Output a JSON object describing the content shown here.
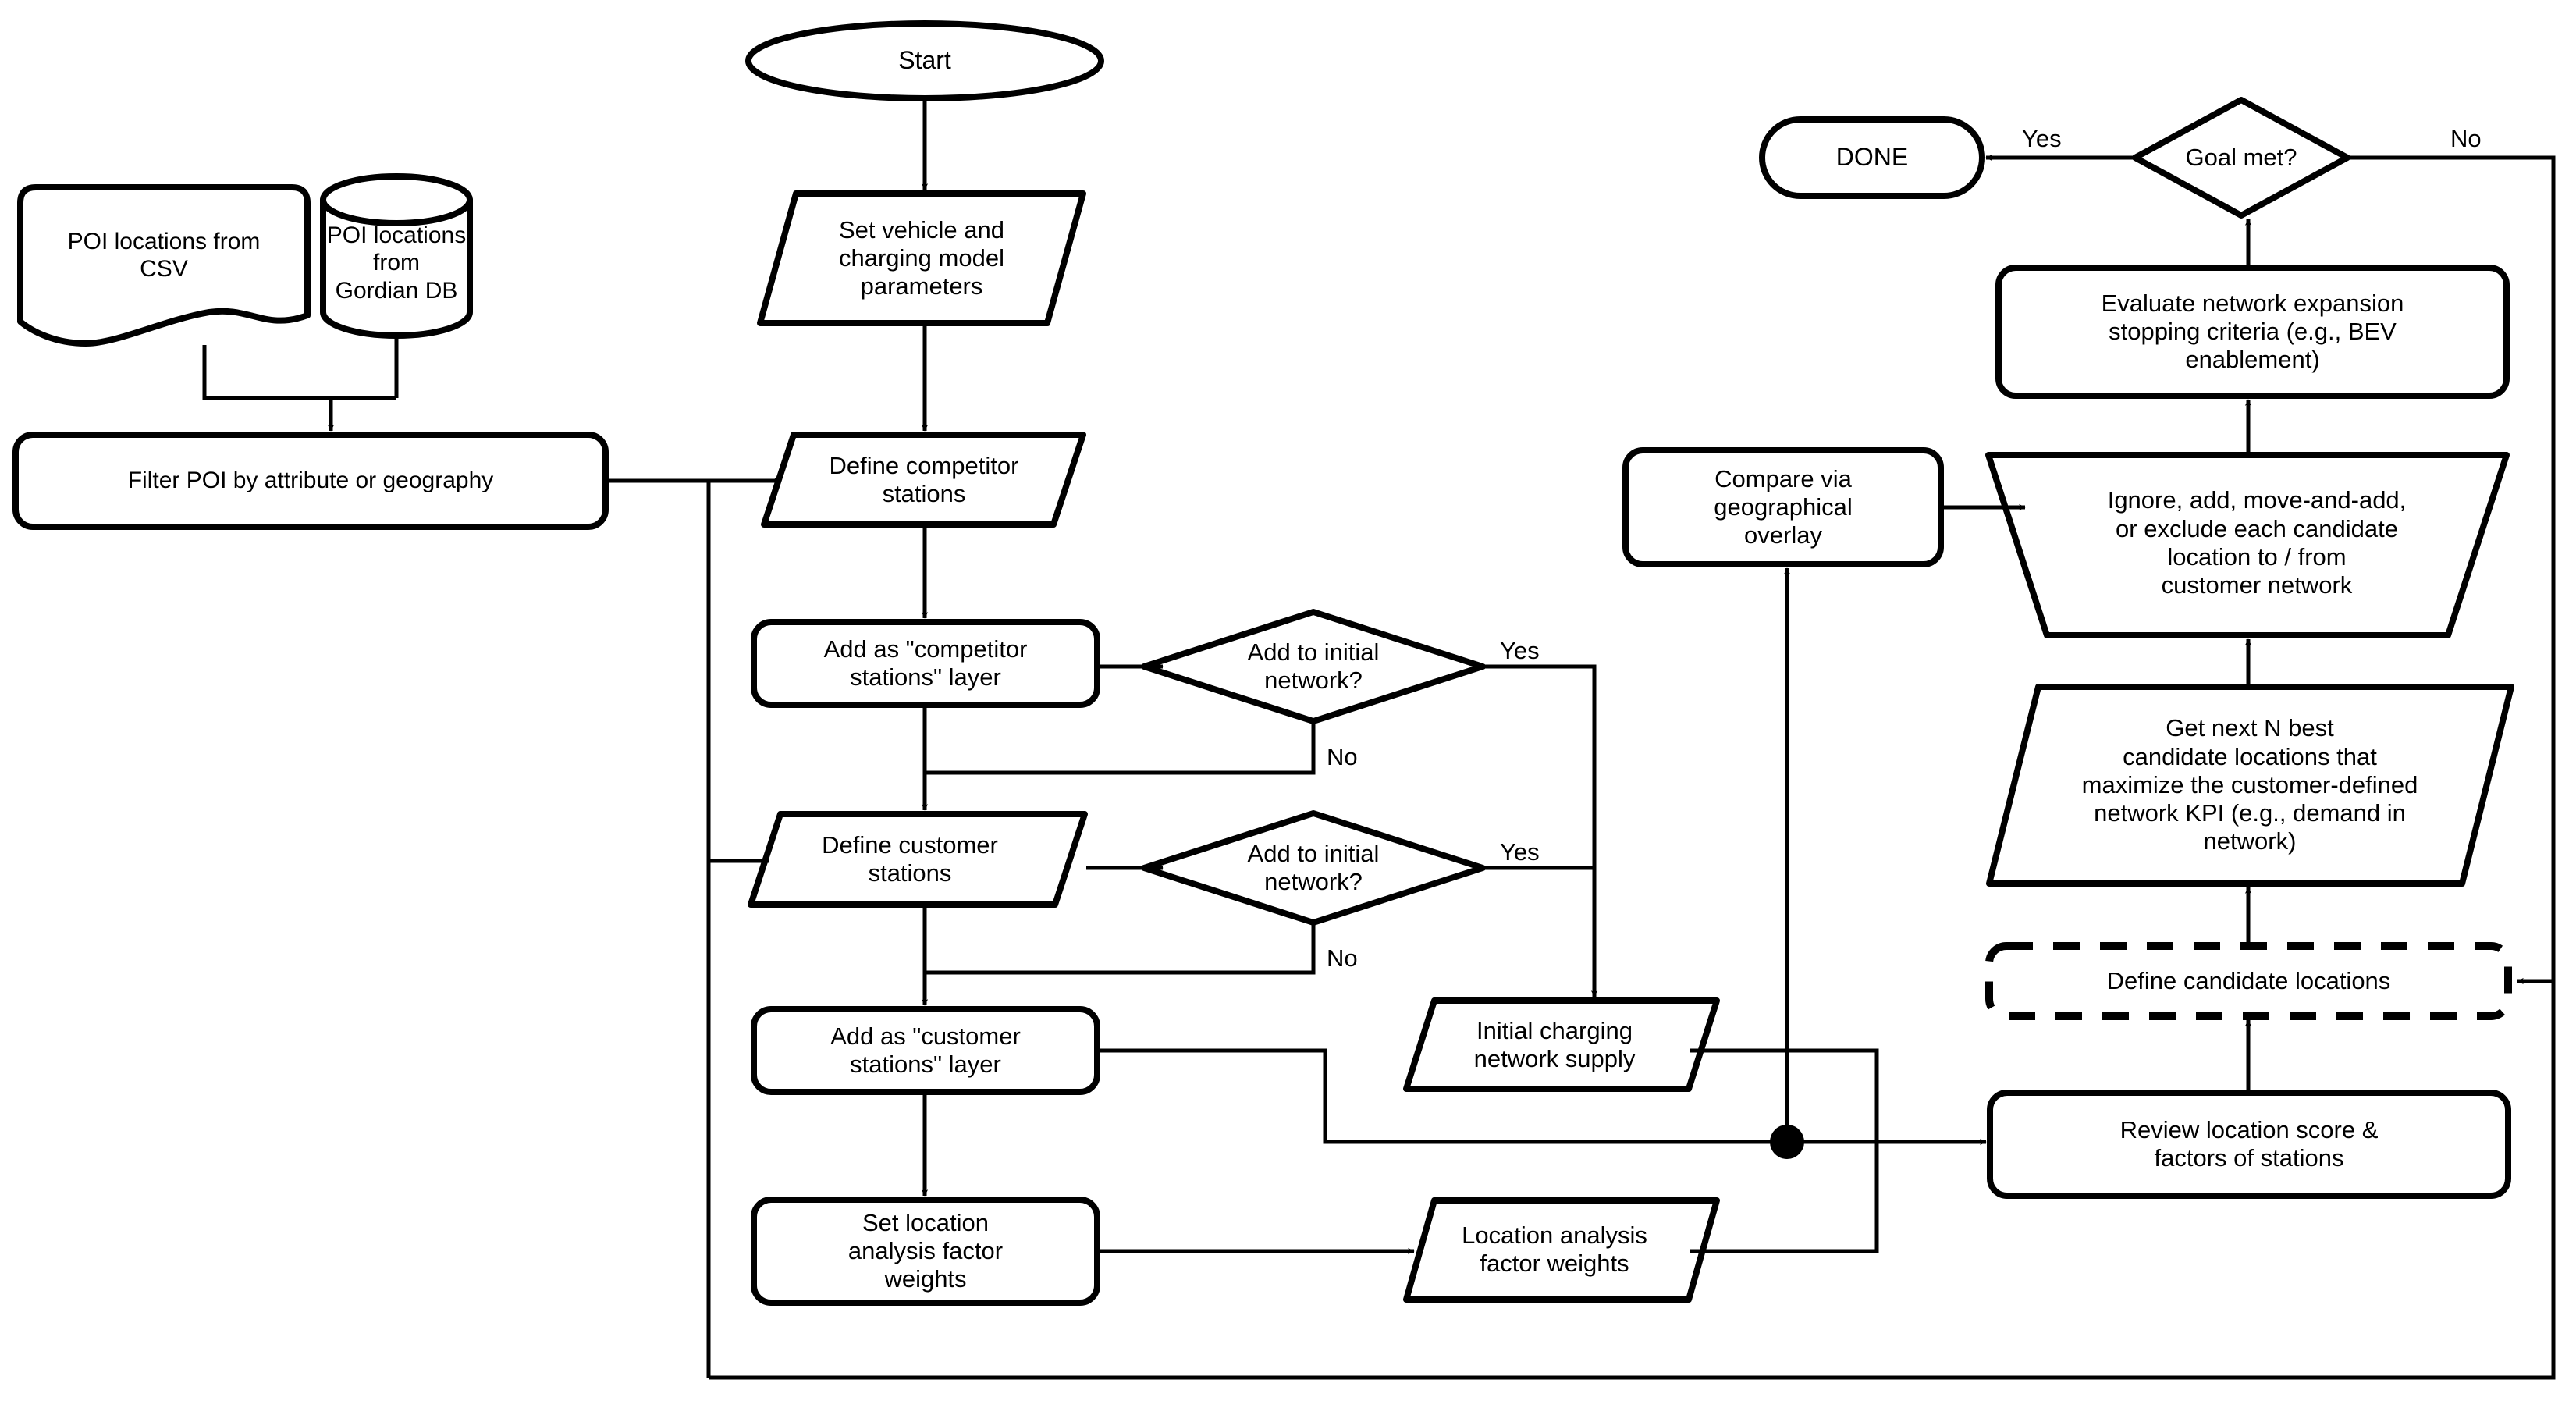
{
  "diagram": {
    "title": "EV charging network location planning flowchart",
    "stroke_color": "#000000",
    "fill_color": "#ffffff",
    "background": "#ffffff"
  },
  "nodes": {
    "poi_csv": {
      "label": "POI locations from\nCSV",
      "shape": "document"
    },
    "poi_gordian": {
      "label": "POI locations from\nGordian DB",
      "shape": "database"
    },
    "filter_poi": {
      "label": "Filter POI by attribute or geography",
      "shape": "process"
    },
    "start": {
      "label": "Start",
      "shape": "ellipse"
    },
    "set_vehicle": {
      "label": "Set vehicle and\ncharging model\nparameters",
      "shape": "parallelogram"
    },
    "define_competitor": {
      "label": "Define competitor\nstations",
      "shape": "parallelogram"
    },
    "add_competitor_layer": {
      "label": "Add as \"competitor\nstations\" layer",
      "shape": "process"
    },
    "decision_competitor": {
      "label": "Add to initial\nnetwork?",
      "shape": "diamond"
    },
    "define_customer": {
      "label": "Define customer\nstations",
      "shape": "parallelogram"
    },
    "decision_customer": {
      "label": "Add to initial\nnetwork?",
      "shape": "diamond"
    },
    "add_customer_layer": {
      "label": "Add as \"customer\nstations\" layer",
      "shape": "process"
    },
    "set_location_weights": {
      "label": "Set location\nanalysis factor\nweights",
      "shape": "process"
    },
    "initial_supply": {
      "label": "Initial charging\nnetwork supply",
      "shape": "parallelogram"
    },
    "location_weights_data": {
      "label": "Location analysis\nfactor weights",
      "shape": "parallelogram"
    },
    "compare_overlay": {
      "label": "Compare via\ngeographical\noverlay",
      "shape": "process"
    },
    "done": {
      "label": "DONE",
      "shape": "terminator"
    },
    "goal_met": {
      "label": "Goal met?",
      "shape": "diamond"
    },
    "evaluate_stopping": {
      "label": "Evaluate network expansion\nstopping criteria (e.g., BEV\nenablement)",
      "shape": "process"
    },
    "ignore_add_move": {
      "label": "Ignore, add, move-and-add,\nor exclude each candidate\nlocation to / from\ncustomer network",
      "shape": "inverted-trapezoid"
    },
    "get_next_n": {
      "label": "Get next N best\ncandidate locations that\nmaximize the customer-defined\nnetwork KPI (e.g., demand in\nnetwork)",
      "shape": "parallelogram"
    },
    "define_candidates": {
      "label": "Define candidate locations",
      "shape": "dashed-process"
    },
    "review_score": {
      "label": "Review location score &\nfactors of stations",
      "shape": "process"
    }
  },
  "edge_labels": {
    "competitor_yes": "Yes",
    "competitor_no": "No",
    "customer_yes": "Yes",
    "customer_no": "No",
    "goal_yes": "Yes",
    "goal_no": "No"
  }
}
